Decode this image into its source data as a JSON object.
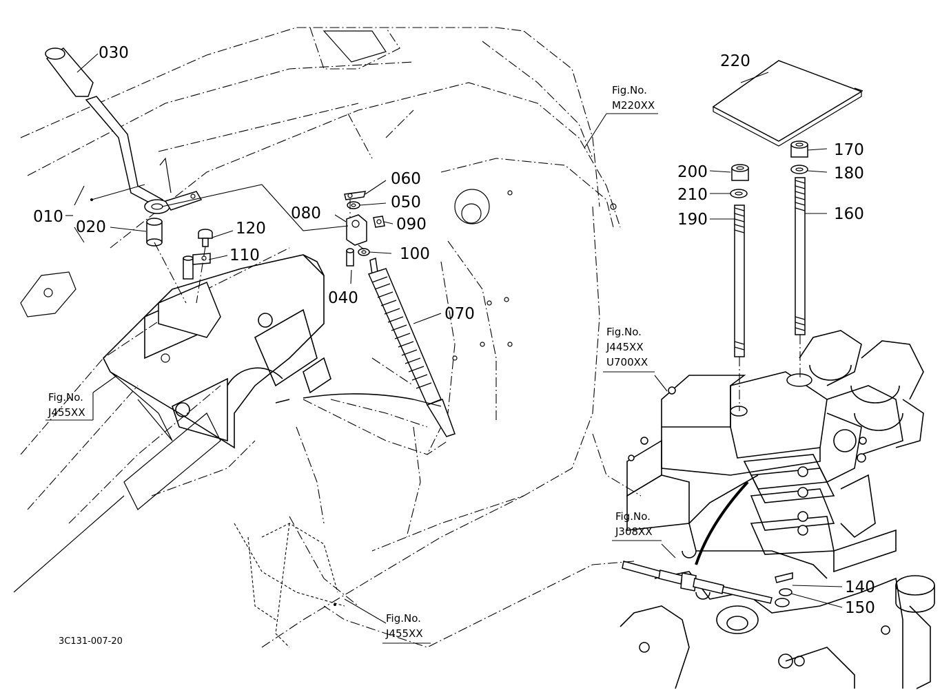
{
  "drawing_code": "3C131-007-20",
  "parts": [
    {
      "id": "p010",
      "number": "010"
    },
    {
      "id": "p020",
      "number": "020"
    },
    {
      "id": "p030",
      "number": "030"
    },
    {
      "id": "p040",
      "number": "040"
    },
    {
      "id": "p050",
      "number": "050"
    },
    {
      "id": "p060",
      "number": "060"
    },
    {
      "id": "p070",
      "number": "070"
    },
    {
      "id": "p080",
      "number": "080"
    },
    {
      "id": "p090",
      "number": "090"
    },
    {
      "id": "p100",
      "number": "100"
    },
    {
      "id": "p110",
      "number": "110"
    },
    {
      "id": "p120",
      "number": "120"
    },
    {
      "id": "p140",
      "number": "140"
    },
    {
      "id": "p150",
      "number": "150"
    },
    {
      "id": "p160",
      "number": "160"
    },
    {
      "id": "p170",
      "number": "170"
    },
    {
      "id": "p180",
      "number": "180"
    },
    {
      "id": "p190",
      "number": "190"
    },
    {
      "id": "p200",
      "number": "200"
    },
    {
      "id": "p210",
      "number": "210"
    },
    {
      "id": "p220",
      "number": "220"
    }
  ],
  "figure_refs": {
    "m220": {
      "prefix": "Fig.No.",
      "code": "M220XX"
    },
    "j445": {
      "prefix": "Fig.No.",
      "code": "J445XX",
      "code2": "U700XX"
    },
    "j455_left": {
      "prefix": "Fig.No.",
      "code": "J455XX"
    },
    "j308": {
      "prefix": "Fig.No.",
      "code": "J308XX"
    },
    "j455_bottom": {
      "prefix": "Fig.No.",
      "code": "J455XX"
    }
  }
}
